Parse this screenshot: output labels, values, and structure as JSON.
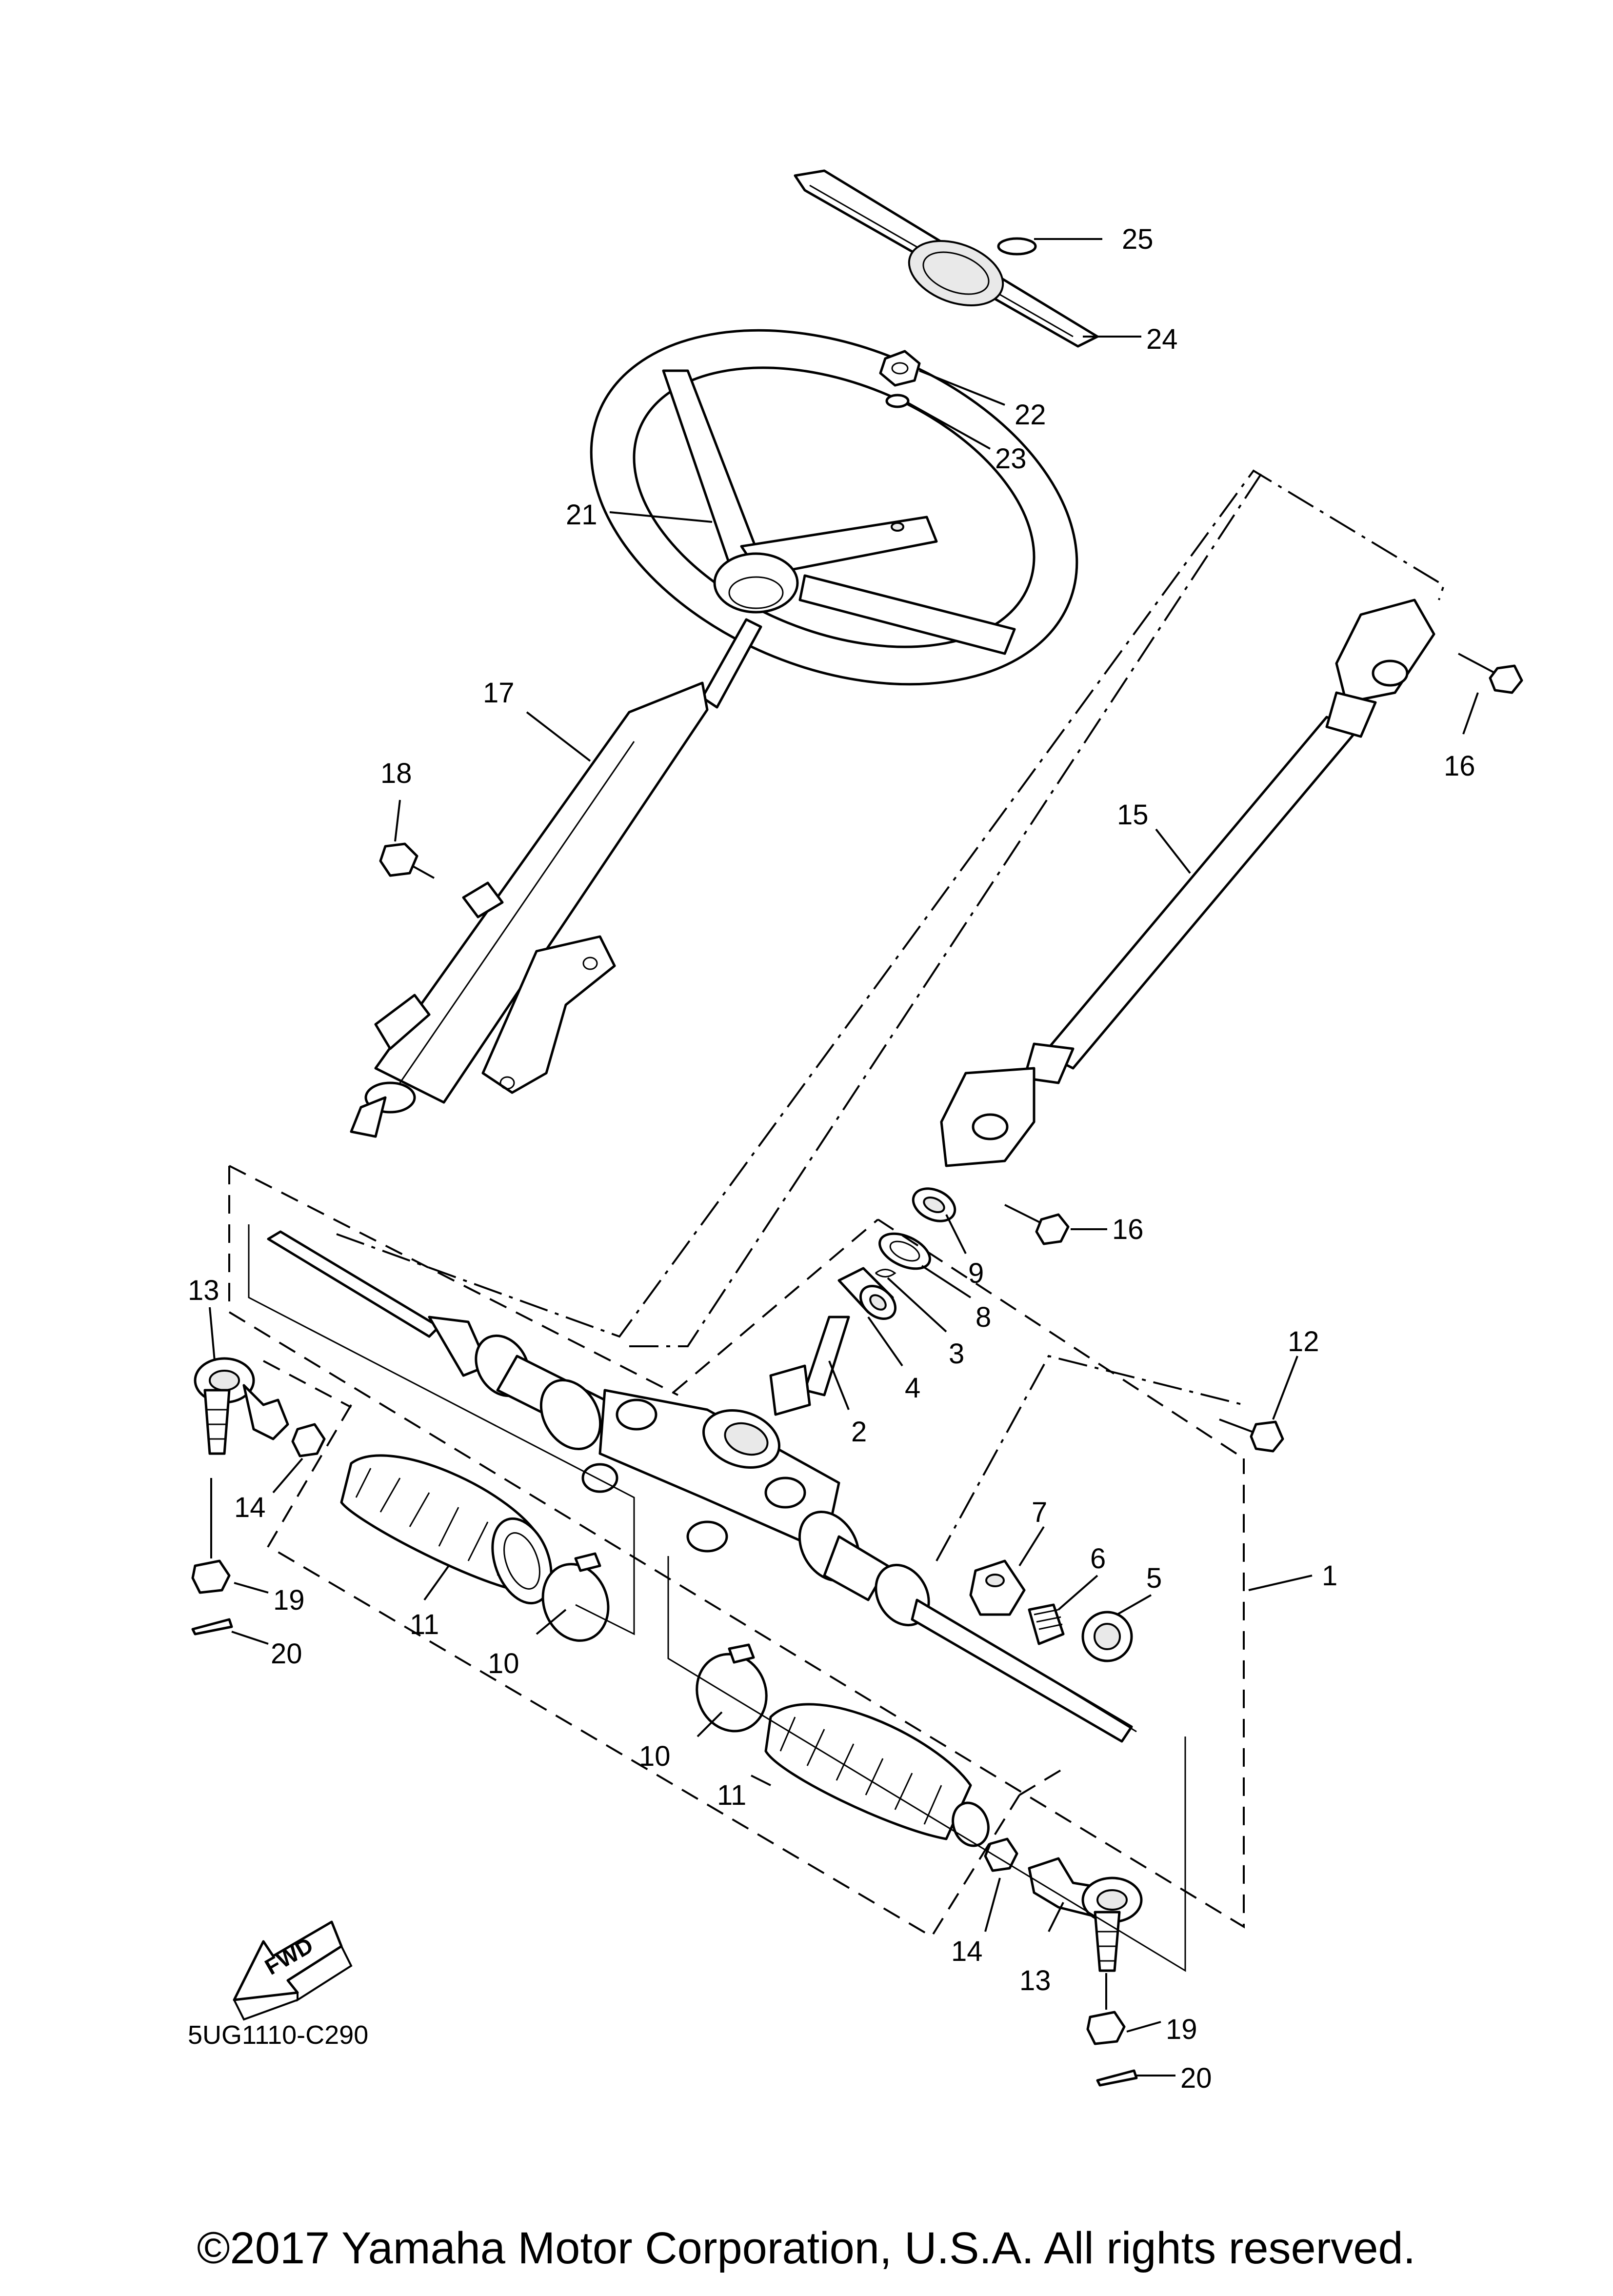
{
  "callouts": {
    "c1": "1",
    "c2": "2",
    "c3": "3",
    "c4": "4",
    "c5": "5",
    "c6": "6",
    "c7": "7",
    "c8": "8",
    "c9": "9",
    "c10a": "10",
    "c10b": "10",
    "c11a": "11",
    "c11b": "11",
    "c12": "12",
    "c13a": "13",
    "c13b": "13",
    "c14a": "14",
    "c14b": "14",
    "c15": "15",
    "c16a": "16",
    "c16b": "16",
    "c17": "17",
    "c18": "18",
    "c19a": "19",
    "c19b": "19",
    "c20a": "20",
    "c20b": "20",
    "c21": "21",
    "c22": "22",
    "c23": "23",
    "c24": "24",
    "c25": "25"
  },
  "fwd_label": "FWD",
  "diagram_code": "5UG1110-C290",
  "copyright": "©2017 Yamaha Motor Corporation, U.S.A. All rights reserved."
}
